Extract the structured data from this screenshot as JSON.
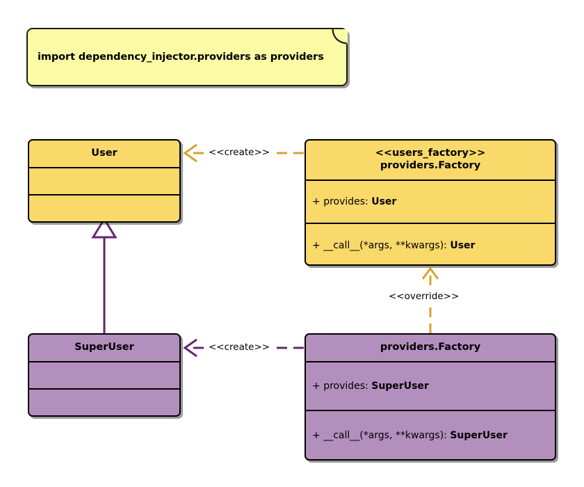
{
  "diagram": {
    "type": "uml-class-diagram",
    "title": "dependency_injector providers Factory override",
    "background": "#ffffff",
    "colors": {
      "note_fill": "#FBFBA5",
      "user_fill": "#FAD96B",
      "superuser_fill": "#B38FBE",
      "yellow_edge": "#D9A22B",
      "purple_edge": "#63276B",
      "outline": "#000000"
    }
  },
  "note": {
    "text": "import dependency_injector.providers as providers"
  },
  "classes": [
    {
      "id": "user",
      "name": "User",
      "stereotype": "",
      "fill": "yellow",
      "attributes": [],
      "methods": []
    },
    {
      "id": "users_factory",
      "stereotype": "<<users_factory>>",
      "name": "providers.Factory",
      "fill": "yellow",
      "attributes": [
        {
          "visibility": "+",
          "label": "provides:",
          "type": "User"
        }
      ],
      "methods": [
        {
          "visibility": "+",
          "label": "__call__(*args, **kwargs):",
          "type": "User"
        }
      ]
    },
    {
      "id": "superuser",
      "name": "SuperUser",
      "stereotype": "",
      "fill": "purple",
      "attributes": [],
      "methods": []
    },
    {
      "id": "superusers_factory",
      "stereotype": "",
      "name": "providers.Factory",
      "fill": "purple",
      "attributes": [
        {
          "visibility": "+",
          "label": "provides:",
          "type": "SuperUser"
        }
      ],
      "methods": [
        {
          "visibility": "+",
          "label": "__call__(*args, **kwargs):",
          "type": "SuperUser"
        }
      ]
    }
  ],
  "edges": [
    {
      "id": "create-user",
      "label": "<<create>>",
      "from": "users_factory",
      "to": "user",
      "style": "dashed",
      "arrow": "open",
      "color": "#D9A22B"
    },
    {
      "id": "override",
      "label": "<<override>>",
      "from": "superusers_factory",
      "to": "users_factory",
      "style": "dashed",
      "arrow": "open",
      "color": "#D9A22B"
    },
    {
      "id": "create-superuser",
      "label": "<<create>>",
      "from": "superusers_factory",
      "to": "superuser",
      "style": "dashed",
      "arrow": "open",
      "color": "#63276B"
    },
    {
      "id": "inheritance",
      "label": "",
      "from": "superuser",
      "to": "user",
      "style": "solid",
      "arrow": "hollow-triangle",
      "color": "#63276B"
    }
  ]
}
